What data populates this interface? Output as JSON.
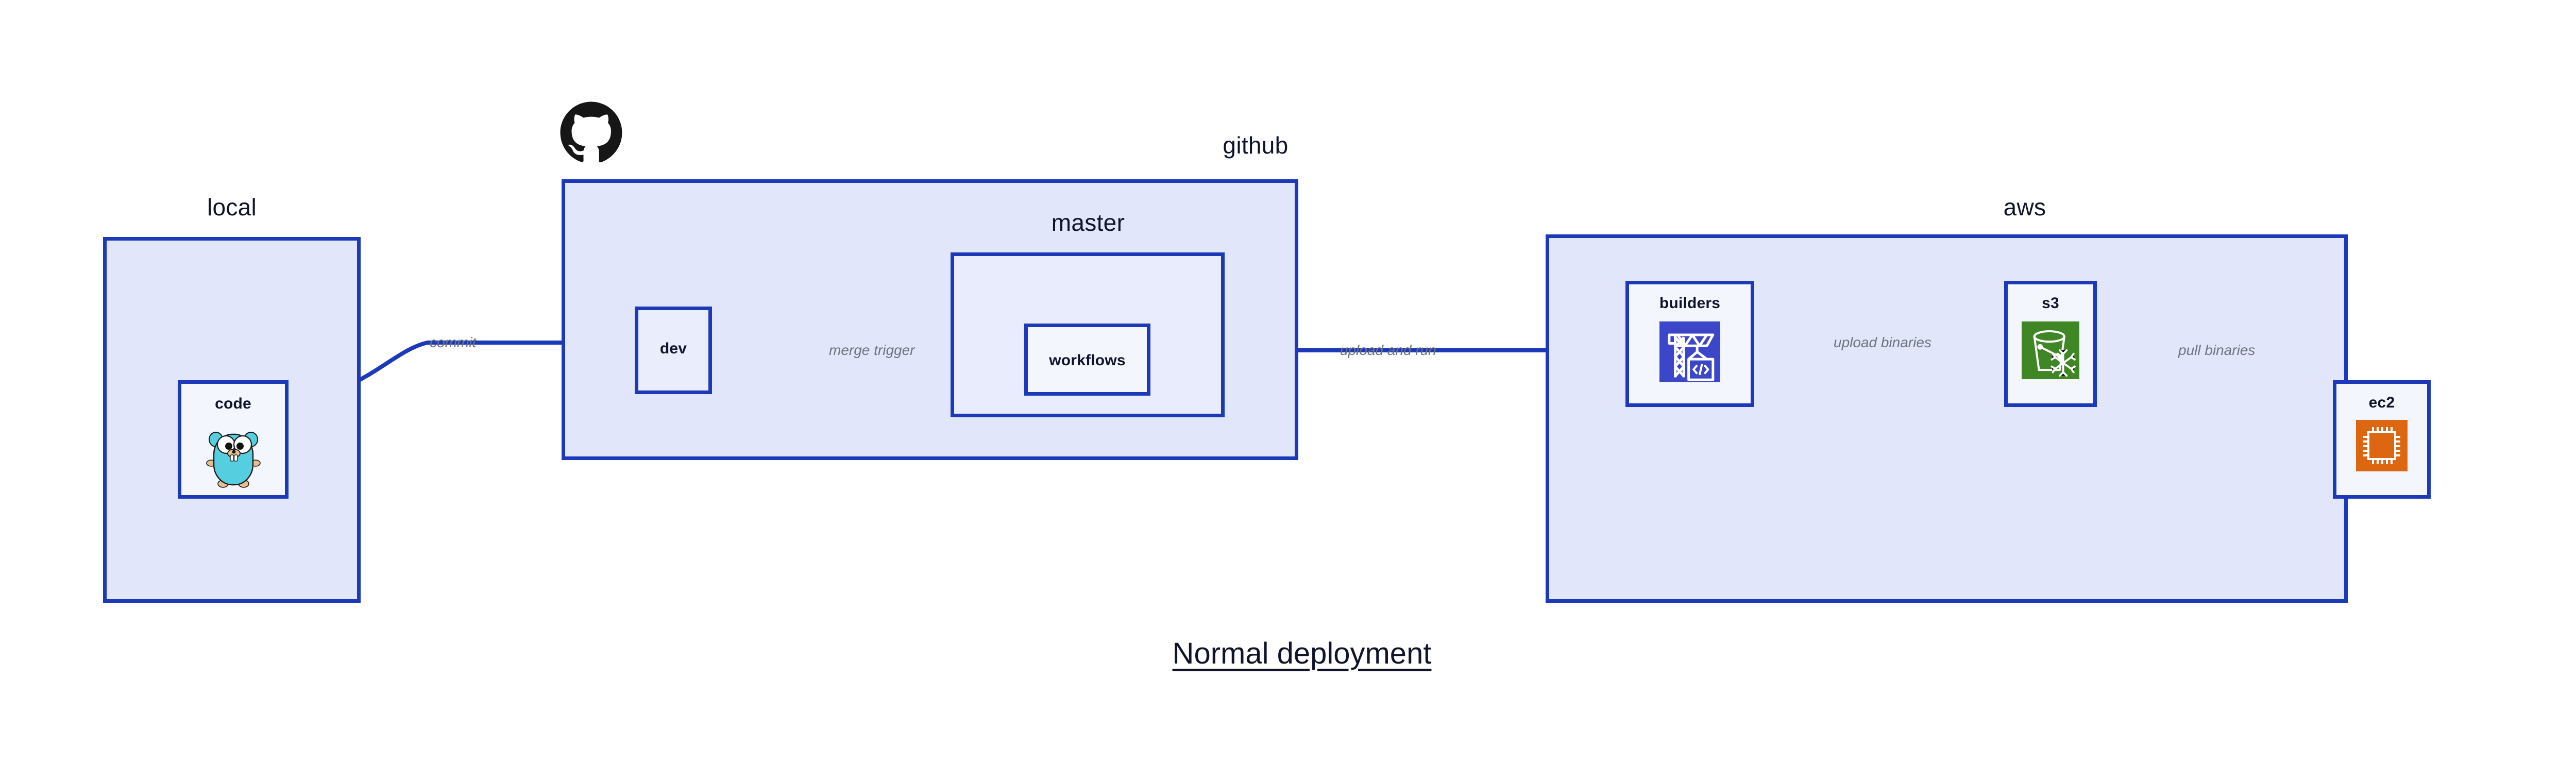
{
  "title": "Normal deployment",
  "colors": {
    "group_fill": "#e1e6fa",
    "subgroup_fill": "#e8ecfc",
    "node_fill": "#e9edfc",
    "node_fill_light": "#f4f6fe",
    "border": "#1b39b8",
    "edge": "#1b39b8",
    "text": "#10142a",
    "edge_label": "#6f7380",
    "codebuild_blue": "#3c46c8",
    "s3_green": "#3f8624",
    "ec2_orange": "#dd6610",
    "gopher_cyan": "#55cfe0",
    "octocat_black": "#161616"
  },
  "groups": [
    {
      "id": "local",
      "label": "local"
    },
    {
      "id": "github",
      "label": "github"
    },
    {
      "id": "master",
      "label": "master"
    },
    {
      "id": "aws",
      "label": "aws"
    }
  ],
  "nodes": [
    {
      "id": "code",
      "label": "code",
      "icon": "go-gopher-icon"
    },
    {
      "id": "dev",
      "label": "dev",
      "icon": ""
    },
    {
      "id": "workflows",
      "label": "workflows",
      "icon": ""
    },
    {
      "id": "builders",
      "label": "builders",
      "icon": "aws-codebuild-icon"
    },
    {
      "id": "s3",
      "label": "s3",
      "icon": "aws-s3-bucket-icon"
    },
    {
      "id": "ec2",
      "label": "ec2",
      "icon": "aws-ec2-chip-icon"
    }
  ],
  "edges": [
    {
      "id": "commit",
      "from": "code",
      "to": "dev",
      "label": "commit"
    },
    {
      "id": "merge-trigger",
      "from": "dev",
      "to": "workflows",
      "label": "merge trigger"
    },
    {
      "id": "upload-and-run",
      "from": "workflows",
      "to": "builders",
      "label": "upload and run"
    },
    {
      "id": "upload-binaries",
      "from": "builders",
      "to": "s3",
      "label": "upload binaries"
    },
    {
      "id": "pull-binaries",
      "from": "s3",
      "to": "ec2",
      "label": "pull binaries"
    }
  ],
  "logos": [
    {
      "id": "github-octocat",
      "name": "github-octocat-logo"
    }
  ]
}
